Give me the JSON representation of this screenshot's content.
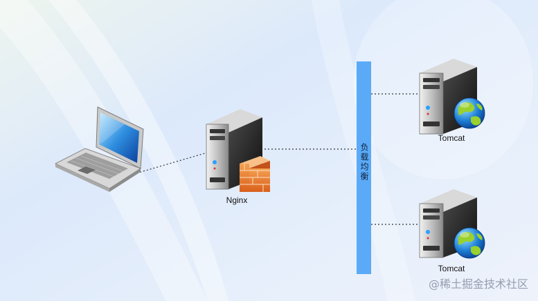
{
  "nodes": {
    "nginx_label": "Nginx",
    "tomcat_top_label": "Tomcat",
    "tomcat_bottom_label": "Tomcat"
  },
  "load_balancer": {
    "label": "负载均衡"
  },
  "watermark": "@稀土掘金技术社区"
}
